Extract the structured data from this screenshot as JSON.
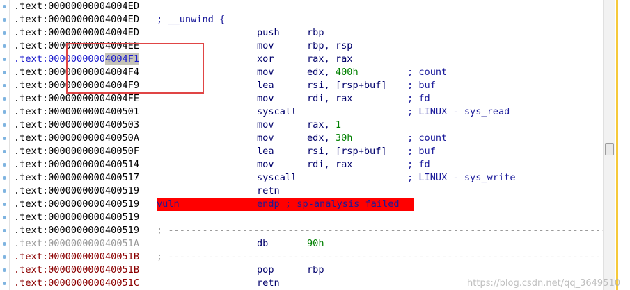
{
  "listing": [
    {
      "addr": ".text:00000000004004ED",
      "addr_color": "black"
    },
    {
      "addr": ".text:00000000004004ED",
      "addr_color": "black",
      "mid": "; __unwind {"
    },
    {
      "addr": ".text:00000000004004ED",
      "addr_color": "black",
      "op": "push",
      "args": "rbp"
    },
    {
      "addr": ".text:00000000004004EE",
      "addr_color": "black",
      "op": "mov",
      "args": "rbp, rsp"
    },
    {
      "addr_pre": ".text:0000000000",
      "addr_hl": "4004F1",
      "addr_color": "blue",
      "op": "xor",
      "args": "rax, rax"
    },
    {
      "addr": ".text:00000000004004F4",
      "addr_color": "black",
      "op": "mov",
      "args_pre": "edx, ",
      "args_num": "400h",
      "cmt": "; count"
    },
    {
      "addr": ".text:00000000004004F9",
      "addr_color": "black",
      "op": "lea",
      "args": "rsi, [rsp+buf]",
      "cmt": "; buf"
    },
    {
      "addr": ".text:00000000004004FE",
      "addr_color": "black",
      "op": "mov",
      "args": "rdi, rax",
      "cmt": "; fd"
    },
    {
      "addr": ".text:0000000000400501",
      "addr_color": "black",
      "op": "syscall",
      "cmt": "; LINUX - sys_read"
    },
    {
      "addr": ".text:0000000000400503",
      "addr_color": "black",
      "op": "mov",
      "args_pre": "rax, ",
      "args_num": "1"
    },
    {
      "addr": ".text:000000000040050A",
      "addr_color": "black",
      "op": "mov",
      "args_pre": "edx, ",
      "args_num": "30h",
      "cmt": "; count"
    },
    {
      "addr": ".text:000000000040050F",
      "addr_color": "black",
      "op": "lea",
      "args": "rsi, [rsp+buf]",
      "cmt": "; buf"
    },
    {
      "addr": ".text:0000000000400514",
      "addr_color": "black",
      "op": "mov",
      "args": "rdi, rax",
      "cmt": "; fd"
    },
    {
      "addr": ".text:0000000000400517",
      "addr_color": "black",
      "op": "syscall",
      "cmt": "; LINUX - sys_write"
    },
    {
      "addr": ".text:0000000000400519",
      "addr_color": "black",
      "op": "retn"
    },
    {
      "addr": ".text:0000000000400519",
      "addr_color": "black",
      "vuln_name": "vuln",
      "vuln_text": "endp ; sp-analysis failed"
    },
    {
      "addr": ".text:0000000000400519",
      "addr_color": "black"
    },
    {
      "addr": ".text:0000000000400519",
      "addr_color": "black",
      "sep": "; ----------------------------------------------------------------------------------------------------"
    },
    {
      "addr": ".text:000000000040051A",
      "addr_color": "gray",
      "op": "db",
      "args_num_only": "90h"
    },
    {
      "addr": ".text:000000000040051B",
      "addr_color": "red",
      "sep": "; ----------------------------------------------------------------------------------------------------"
    },
    {
      "addr": ".text:000000000040051B",
      "addr_color": "red",
      "op": "pop",
      "args": "rbp"
    },
    {
      "addr": ".text:000000000040051C",
      "addr_color": "red",
      "op": "retn"
    }
  ],
  "watermark": "https://blog.csdn.net/qq_3649510",
  "colors": {
    "highlight_box": "#e04545",
    "vuln_bar": "#ff0000",
    "selection": "#c6c4b9",
    "number": "#008000"
  }
}
